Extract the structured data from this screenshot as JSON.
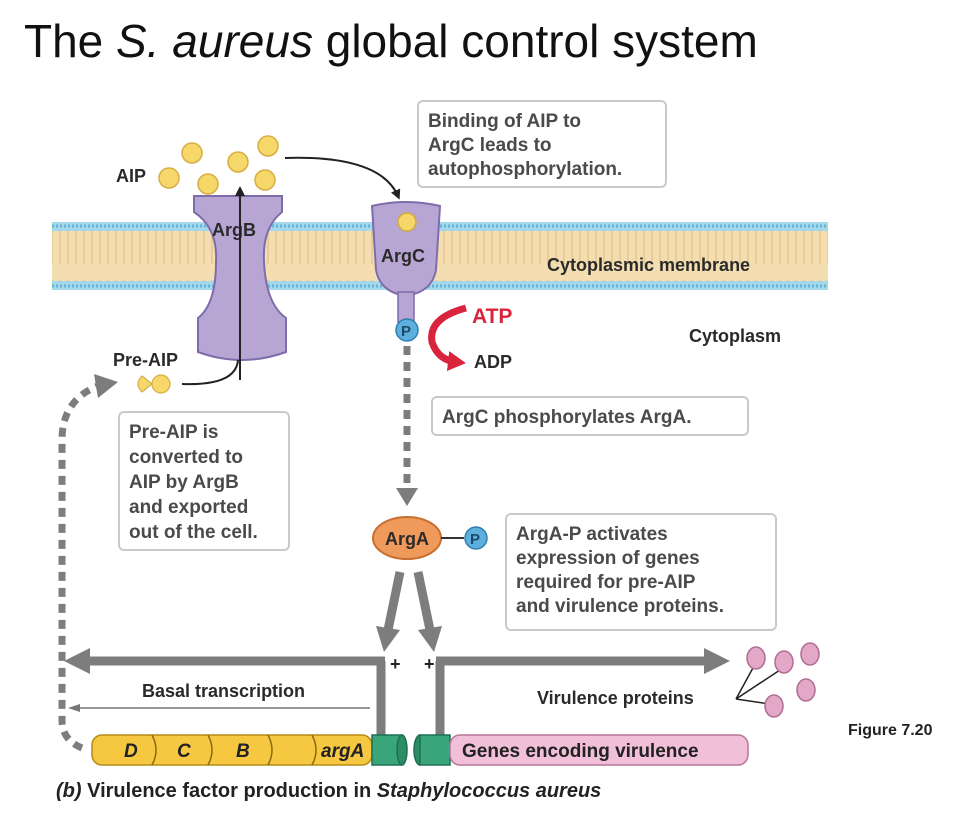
{
  "title": {
    "prefix": "The ",
    "italic": "S. aureus",
    "suffix": " global control system"
  },
  "figure_label": "Figure 7.20",
  "caption": {
    "prefix": "(b)",
    "main": " Virulence factor production in ",
    "italic": "Staphylococcus aureus"
  },
  "labels": {
    "aip": "AIP",
    "argb": "ArgB",
    "argc": "ArgC",
    "membrane": "Cytoplasmic membrane",
    "cytoplasm": "Cytoplasm",
    "pre_aip": "Pre-AIP",
    "p": "P",
    "atp": "ATP",
    "adp": "ADP",
    "arga": "ArgA",
    "plus": "+",
    "basal": "Basal transcription",
    "virulence_proteins": "Virulence proteins",
    "gene_d": "D",
    "gene_c": "C",
    "gene_b": "B",
    "gene_arga": "argA",
    "genes_virulence": "Genes encoding virulence"
  },
  "boxes": {
    "binding": [
      "Binding of AIP to",
      "ArgC leads to",
      "autophosphorylation."
    ],
    "phosphorylates": [
      "ArgC phosphorylates ArgA."
    ],
    "preaip": [
      "Pre-AIP is",
      "converted to",
      "AIP by ArgB",
      "and exported",
      "out of the cell."
    ],
    "activates": [
      "ArgA-P activates",
      "expression of genes",
      "required for pre-AIP",
      "and virulence proteins."
    ]
  },
  "colors": {
    "membrane": "#f4ddb0",
    "membrane_edge": "#7ac3df",
    "protein": "#b7a6d3",
    "aip": "#f6d76a",
    "p_circle": "#5db0dd",
    "atp": "#d8243d",
    "arga": "#ef9a5a",
    "gene_yellow": "#f6c842",
    "gene_green": "#3aa57a",
    "gene_pink": "#f2bfd8",
    "virulence": "#e3a8c8",
    "arrow_gray": "#7d7d7d"
  }
}
